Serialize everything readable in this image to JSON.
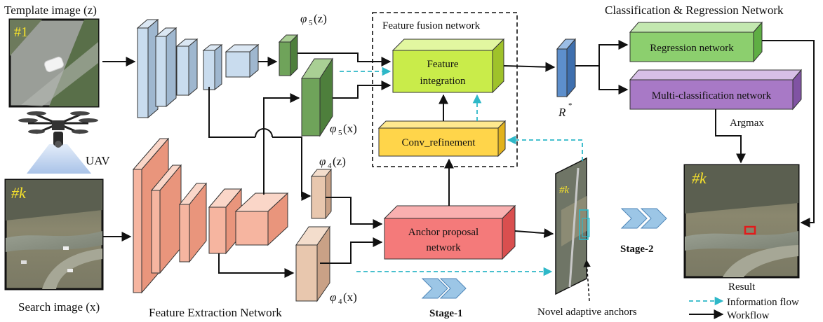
{
  "labels": {
    "template_image": "Template image (z)",
    "search_image": "Search image (x)",
    "uav": "UAV",
    "template_tag": "#1",
    "search_tag": "#k",
    "result_tag": "#k",
    "result_label": "Result",
    "feature_extraction": "Feature Extraction Network",
    "feature_fusion": "Feature fusion network",
    "feature_integration_1": "Feature",
    "feature_integration_2": "integration",
    "conv_refinement": "Conv_refinement",
    "anchor_proposal_1": "Anchor proposal",
    "anchor_proposal_2": "network",
    "cls_reg_title": "Classification & Regression Network",
    "regression_network": "Regression network",
    "multi_classification": "Multi-classification network",
    "argmax": "Argmax",
    "r_star": "R",
    "r_star_sup": "*",
    "phi5z_sym": "φ",
    "phi5z_sub": "5",
    "phi5z_arg": "(z)",
    "phi5x_sym": "φ",
    "phi5x_sub": "5",
    "phi5x_arg": "(x)",
    "phi4z_sym": "φ",
    "phi4z_sub": "4",
    "phi4z_arg": "(z)",
    "phi4x_sym": "φ",
    "phi4x_sub": "4",
    "phi4x_arg": "(x)",
    "stage1": "Stage-1",
    "stage2": "Stage-2",
    "novel_anchors": "Novel adaptive anchors",
    "legend_info": "Information flow",
    "legend_work": "Workflow"
  },
  "colors": {
    "blue_block": "#c9dcee",
    "salmon_block": "#f6b5a0",
    "green_map": "#6fa35a",
    "tan_map": "#e8c7ae",
    "fusion_box": "#c9ec4a",
    "refine_box": "#ffd54a",
    "anchor_box": "#f47a7a",
    "rstar_block": "#5d8fcc",
    "regression_box": "#8ccf6e",
    "classification_box": "#a879c6",
    "info_flow": "#2eb8c8",
    "workflow": "#111111",
    "stage_chevron": "#9cc6e6"
  }
}
